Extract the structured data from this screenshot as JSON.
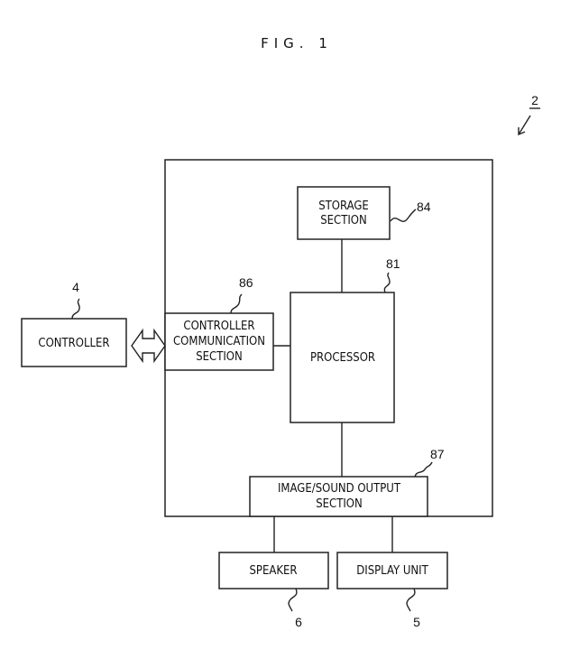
{
  "figure": {
    "title": "FIG. 1",
    "device_ref": "2"
  },
  "blocks": {
    "storage": {
      "lines": [
        "STORAGE",
        "SECTION"
      ],
      "ref": "84"
    },
    "processor": {
      "lines": [
        "PROCESSOR"
      ],
      "ref": "81"
    },
    "controller_comm": {
      "lines": [
        "CONTROLLER",
        "COMMUNICATION",
        "SECTION"
      ],
      "ref": "86"
    },
    "controller": {
      "lines": [
        "CONTROLLER"
      ],
      "ref": "4"
    },
    "image_sound": {
      "lines": [
        "IMAGE/SOUND OUTPUT",
        "SECTION"
      ],
      "ref": "87"
    },
    "speaker": {
      "lines": [
        "SPEAKER"
      ],
      "ref": "6"
    },
    "display": {
      "lines": [
        "DISPLAY UNIT"
      ],
      "ref": "5"
    }
  }
}
